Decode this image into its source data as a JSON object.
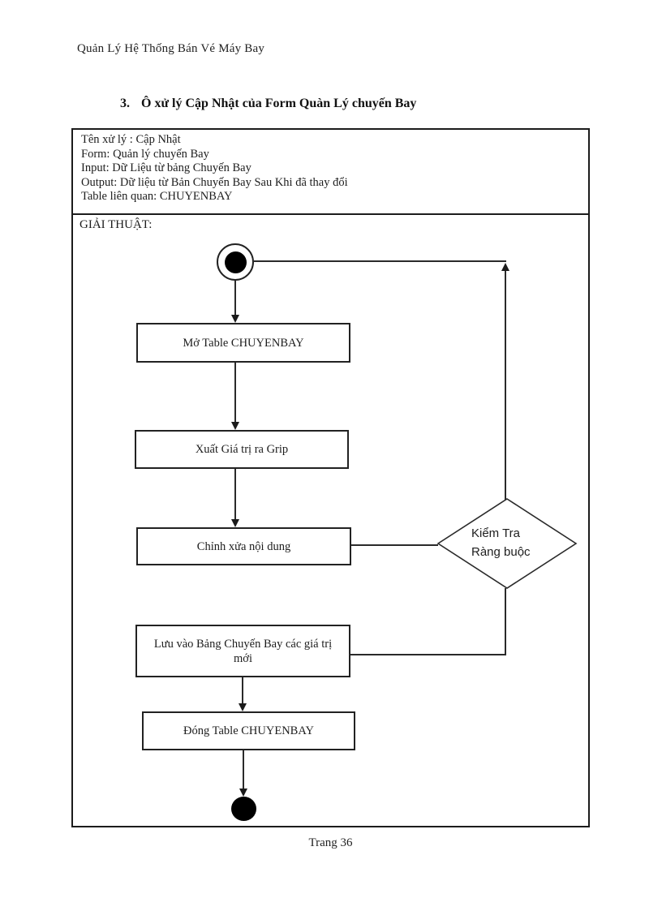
{
  "page": {
    "header": "Quản Lý Hệ Thống Bán Vé Máy Bay",
    "footer": "Trang 36"
  },
  "section": {
    "number": "3.",
    "title": "Ô xử lý Cập Nhật của Form Quàn Lý chuyến Bay"
  },
  "process_card": {
    "info_lines": [
      "Tên xử lý : Cập Nhật",
      "Form: Quản lý chuyến Bay",
      "Input: Dữ Liệu từ bảng Chuyến Bay",
      "Output: Dữ liệu từ Bản Chuyến Bay Sau Khi đã thay đổi",
      "Table liên quan: CHUYENBAY"
    ],
    "algorithm_label": "GIẢI THUẬT:"
  },
  "flowchart": {
    "type": "activity-diagram",
    "steps": [
      "Mở Table CHUYENBAY",
      "Xuất Giá trị ra Grip",
      "Chỉnh xửa nội dung",
      "Lưu vào Bảng Chuyến Bay các giá trị mới",
      "Đóng Table CHUYENBAY"
    ],
    "decision": {
      "line1": "Kiểm Tra",
      "line2": "Ràng buộc"
    },
    "colors": {
      "line": "#2a2a2a",
      "node_fill": "#000000",
      "box_fill": "#ffffff"
    }
  }
}
